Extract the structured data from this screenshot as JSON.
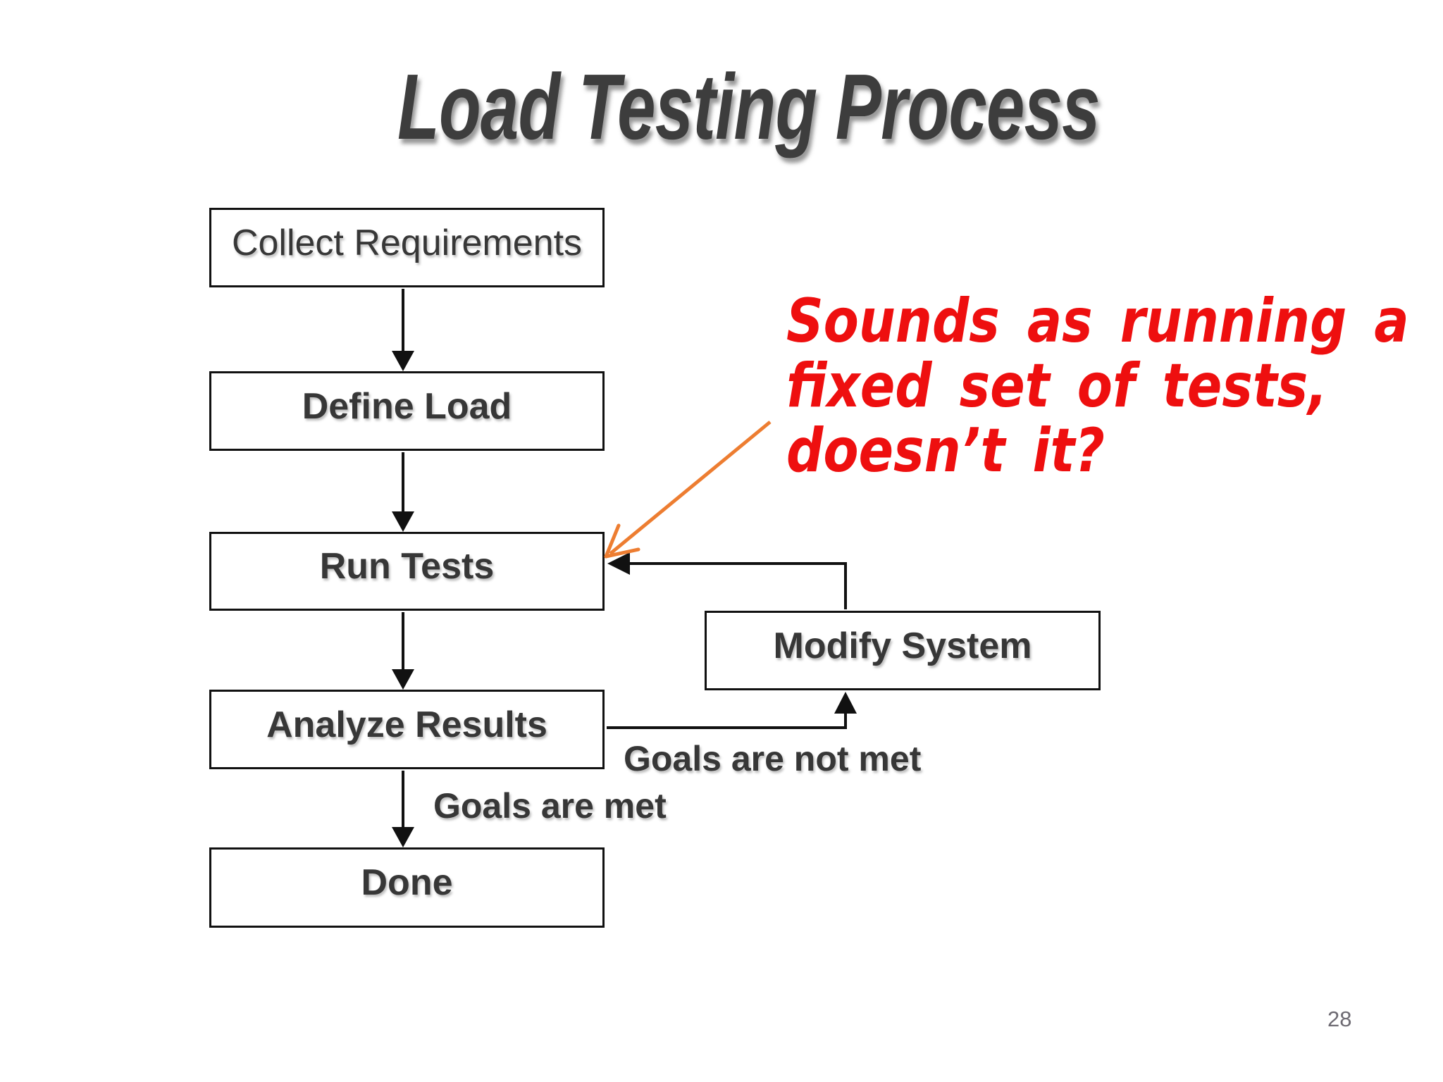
{
  "slide": {
    "title": "Load Testing Process",
    "page_number": "28",
    "flowchart": {
      "boxes": [
        {
          "id": "collect-requirements",
          "label": "Collect Requirements"
        },
        {
          "id": "define-load",
          "label": "Define Load"
        },
        {
          "id": "run-tests",
          "label": "Run Tests"
        },
        {
          "id": "analyze-results",
          "label": "Analyze Results"
        },
        {
          "id": "done",
          "label": "Done"
        },
        {
          "id": "modify-system",
          "label": "Modify System"
        }
      ],
      "edge_labels": {
        "goals_met": "Goals are met",
        "goals_not_met": "Goals are not met"
      }
    },
    "annotation": {
      "lines": [
        "Sounds as running a",
        "fixed set of tests,",
        "doesn’t it?"
      ],
      "color": "#ee0f0f"
    },
    "colors": {
      "background": "#ffffff",
      "box_border": "#111111",
      "box_text": "#373737",
      "title_text": "#3d3d3d",
      "connector_black": "#111111",
      "callout_orange": "#ED7D31",
      "page_number_gray": "#6d6a72"
    }
  }
}
